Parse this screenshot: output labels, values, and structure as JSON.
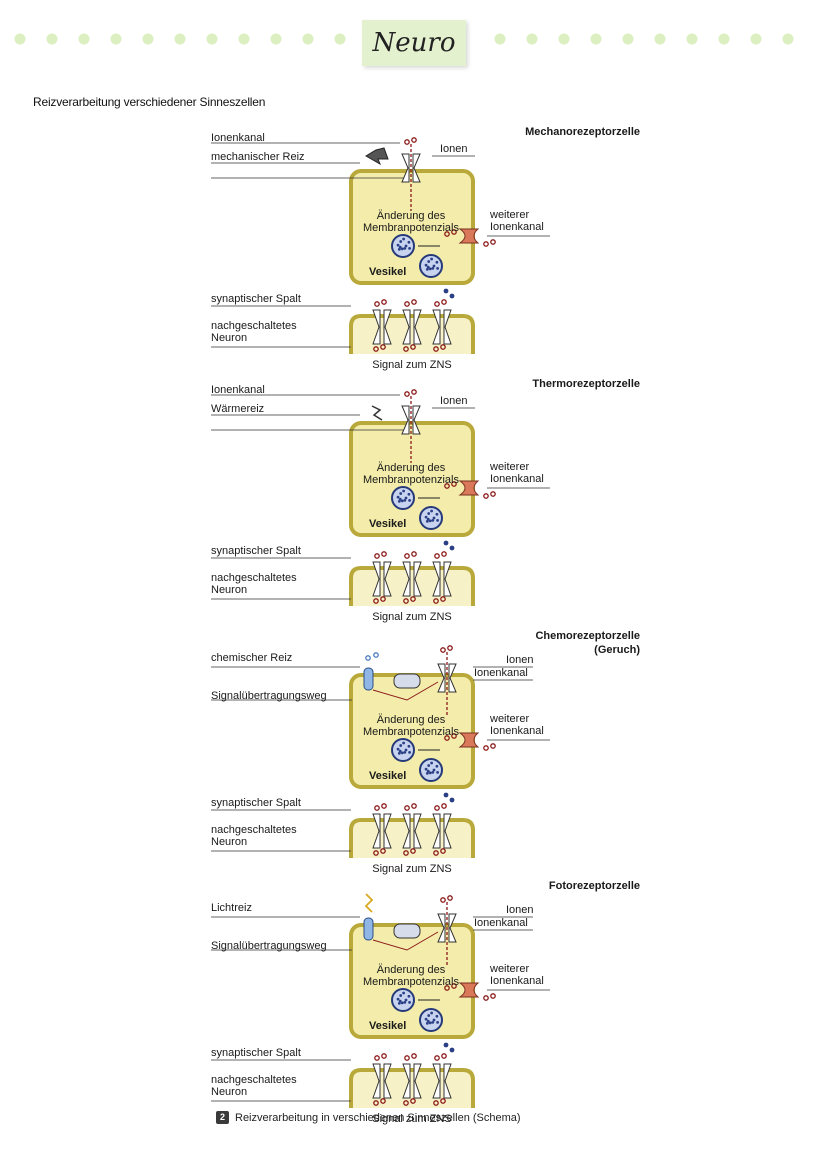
{
  "header": {
    "title": "Neuro"
  },
  "subtitle": "Reizverarbeitung verschiedener Sinneszellen",
  "panels": [
    {
      "type": "Mechanorezeptorzelle",
      "type2": "",
      "stimulus": "mechanischer Reiz",
      "channel_label": "Ionenkanal",
      "ions": "Ionen",
      "pathway": "",
      "change1": "Änderung des",
      "change2": "Membranpotenzials",
      "other1": "weiterer",
      "other2": "Ionenkanal",
      "vesicle": "Vesikel",
      "cleft": "synaptischer Spalt",
      "neuron1": "nachgeschaltetes",
      "neuron2": "Neuron",
      "signal": "Signal zum ZNS"
    },
    {
      "type": "Thermorezeptorzelle",
      "type2": "",
      "stimulus": "Wärmereiz",
      "channel_label": "Ionenkanal",
      "ions": "Ionen",
      "pathway": "",
      "change1": "Änderung des",
      "change2": "Membranpotenzials",
      "other1": "weiterer",
      "other2": "Ionenkanal",
      "vesicle": "Vesikel",
      "cleft": "synaptischer Spalt",
      "neuron1": "nachgeschaltetes",
      "neuron2": "Neuron",
      "signal": "Signal zum ZNS"
    },
    {
      "type": "Chemorezeptorzelle",
      "type2": "(Geruch)",
      "stimulus": "chemischer Reiz",
      "channel_label": "Ionenkanal",
      "ions": "Ionen",
      "pathway": "Signalübertragungsweg",
      "change1": "Änderung des",
      "change2": "Membranpotenzials",
      "other1": "weiterer",
      "other2": "Ionenkanal",
      "vesicle": "Vesikel",
      "cleft": "synaptischer Spalt",
      "neuron1": "nachgeschaltetes",
      "neuron2": "Neuron",
      "signal": "Signal zum ZNS"
    },
    {
      "type": "Fotorezeptorzelle",
      "type2": "",
      "stimulus": "Lichtreiz",
      "channel_label": "Ionenkanal",
      "ions": "Ionen",
      "pathway": "Signalübertragungsweg",
      "change1": "Änderung des",
      "change2": "Membranpotenzials",
      "other1": "weiterer",
      "other2": "Ionenkanal",
      "vesicle": "Vesikel",
      "cleft": "synaptischer Spalt",
      "neuron1": "nachgeschaltetes",
      "neuron2": "Neuron",
      "signal": "Signal zum ZNS"
    }
  ],
  "caption": {
    "number": "2",
    "text": "Reizverarbeitung in verschiedenen Sinneszellen (Schema)"
  },
  "colors": {
    "dots": "#dbefc0",
    "title_bg": "#e4f1cf",
    "cell_fill": "#f3ecaa",
    "cell_stroke": "#b9a93a",
    "ion_red": "#8b1a1a",
    "vesicle_blue": "#2b3f86",
    "channel_orange": "#d9795a"
  }
}
